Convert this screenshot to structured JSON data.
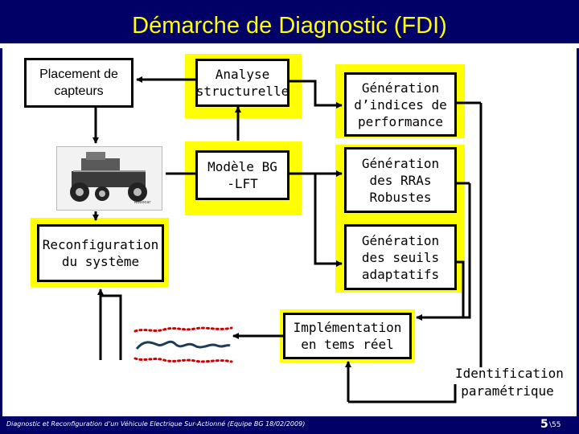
{
  "slide": {
    "title": "Démarche de Diagnostic (FDI)",
    "footer": "Diagnostic et Reconfiguration d’un Véhicule Electrique Sur-Actionné (Equipe BG 18/02/2009)",
    "page_number": "5",
    "page_total": "\\55"
  },
  "diagram": {
    "placement": "Placement de\ncapteurs",
    "analyse": "Analyse\nstructurelle",
    "indices": "Génération\nd’indices de\nperformance",
    "modele": "Modèle BG\n-LFT",
    "rras": "Génération\ndes RRAs\nRobustes",
    "reconfig": "Reconfiguration\ndu système",
    "seuils": "Génération\ndes seuils\nadaptatifs",
    "implementation": "Implémentation\nen tems réel",
    "identification": "Identification\nparamétrique",
    "photo_caption": "Robocar"
  },
  "colors": {
    "header": "#000066",
    "title": "#ffff00",
    "highlight": "#ffff00",
    "signal_line": "#1f3b5a",
    "threshold_dots": "#cc0000"
  },
  "icons": [
    "vehicle-photo",
    "residual-plot"
  ]
}
